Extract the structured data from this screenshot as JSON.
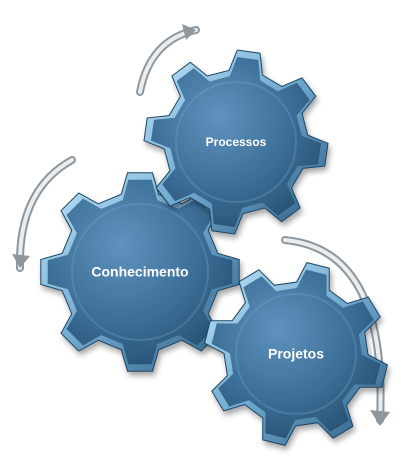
{
  "diagram": {
    "gears": [
      {
        "id": "processos",
        "label": "Processos"
      },
      {
        "id": "conhecimento",
        "label": "Conhecimento"
      },
      {
        "id": "projetos",
        "label": "Projetos"
      }
    ],
    "colors": {
      "gear_face": "#3c6f98",
      "gear_highlight": "#7fb2d8",
      "gear_shadow": "#1f4563",
      "gear_edge": "#9fd4f0",
      "arrow_light": "#e9edf0",
      "arrow_dark": "#8e979d",
      "label": "#ffffff"
    }
  }
}
